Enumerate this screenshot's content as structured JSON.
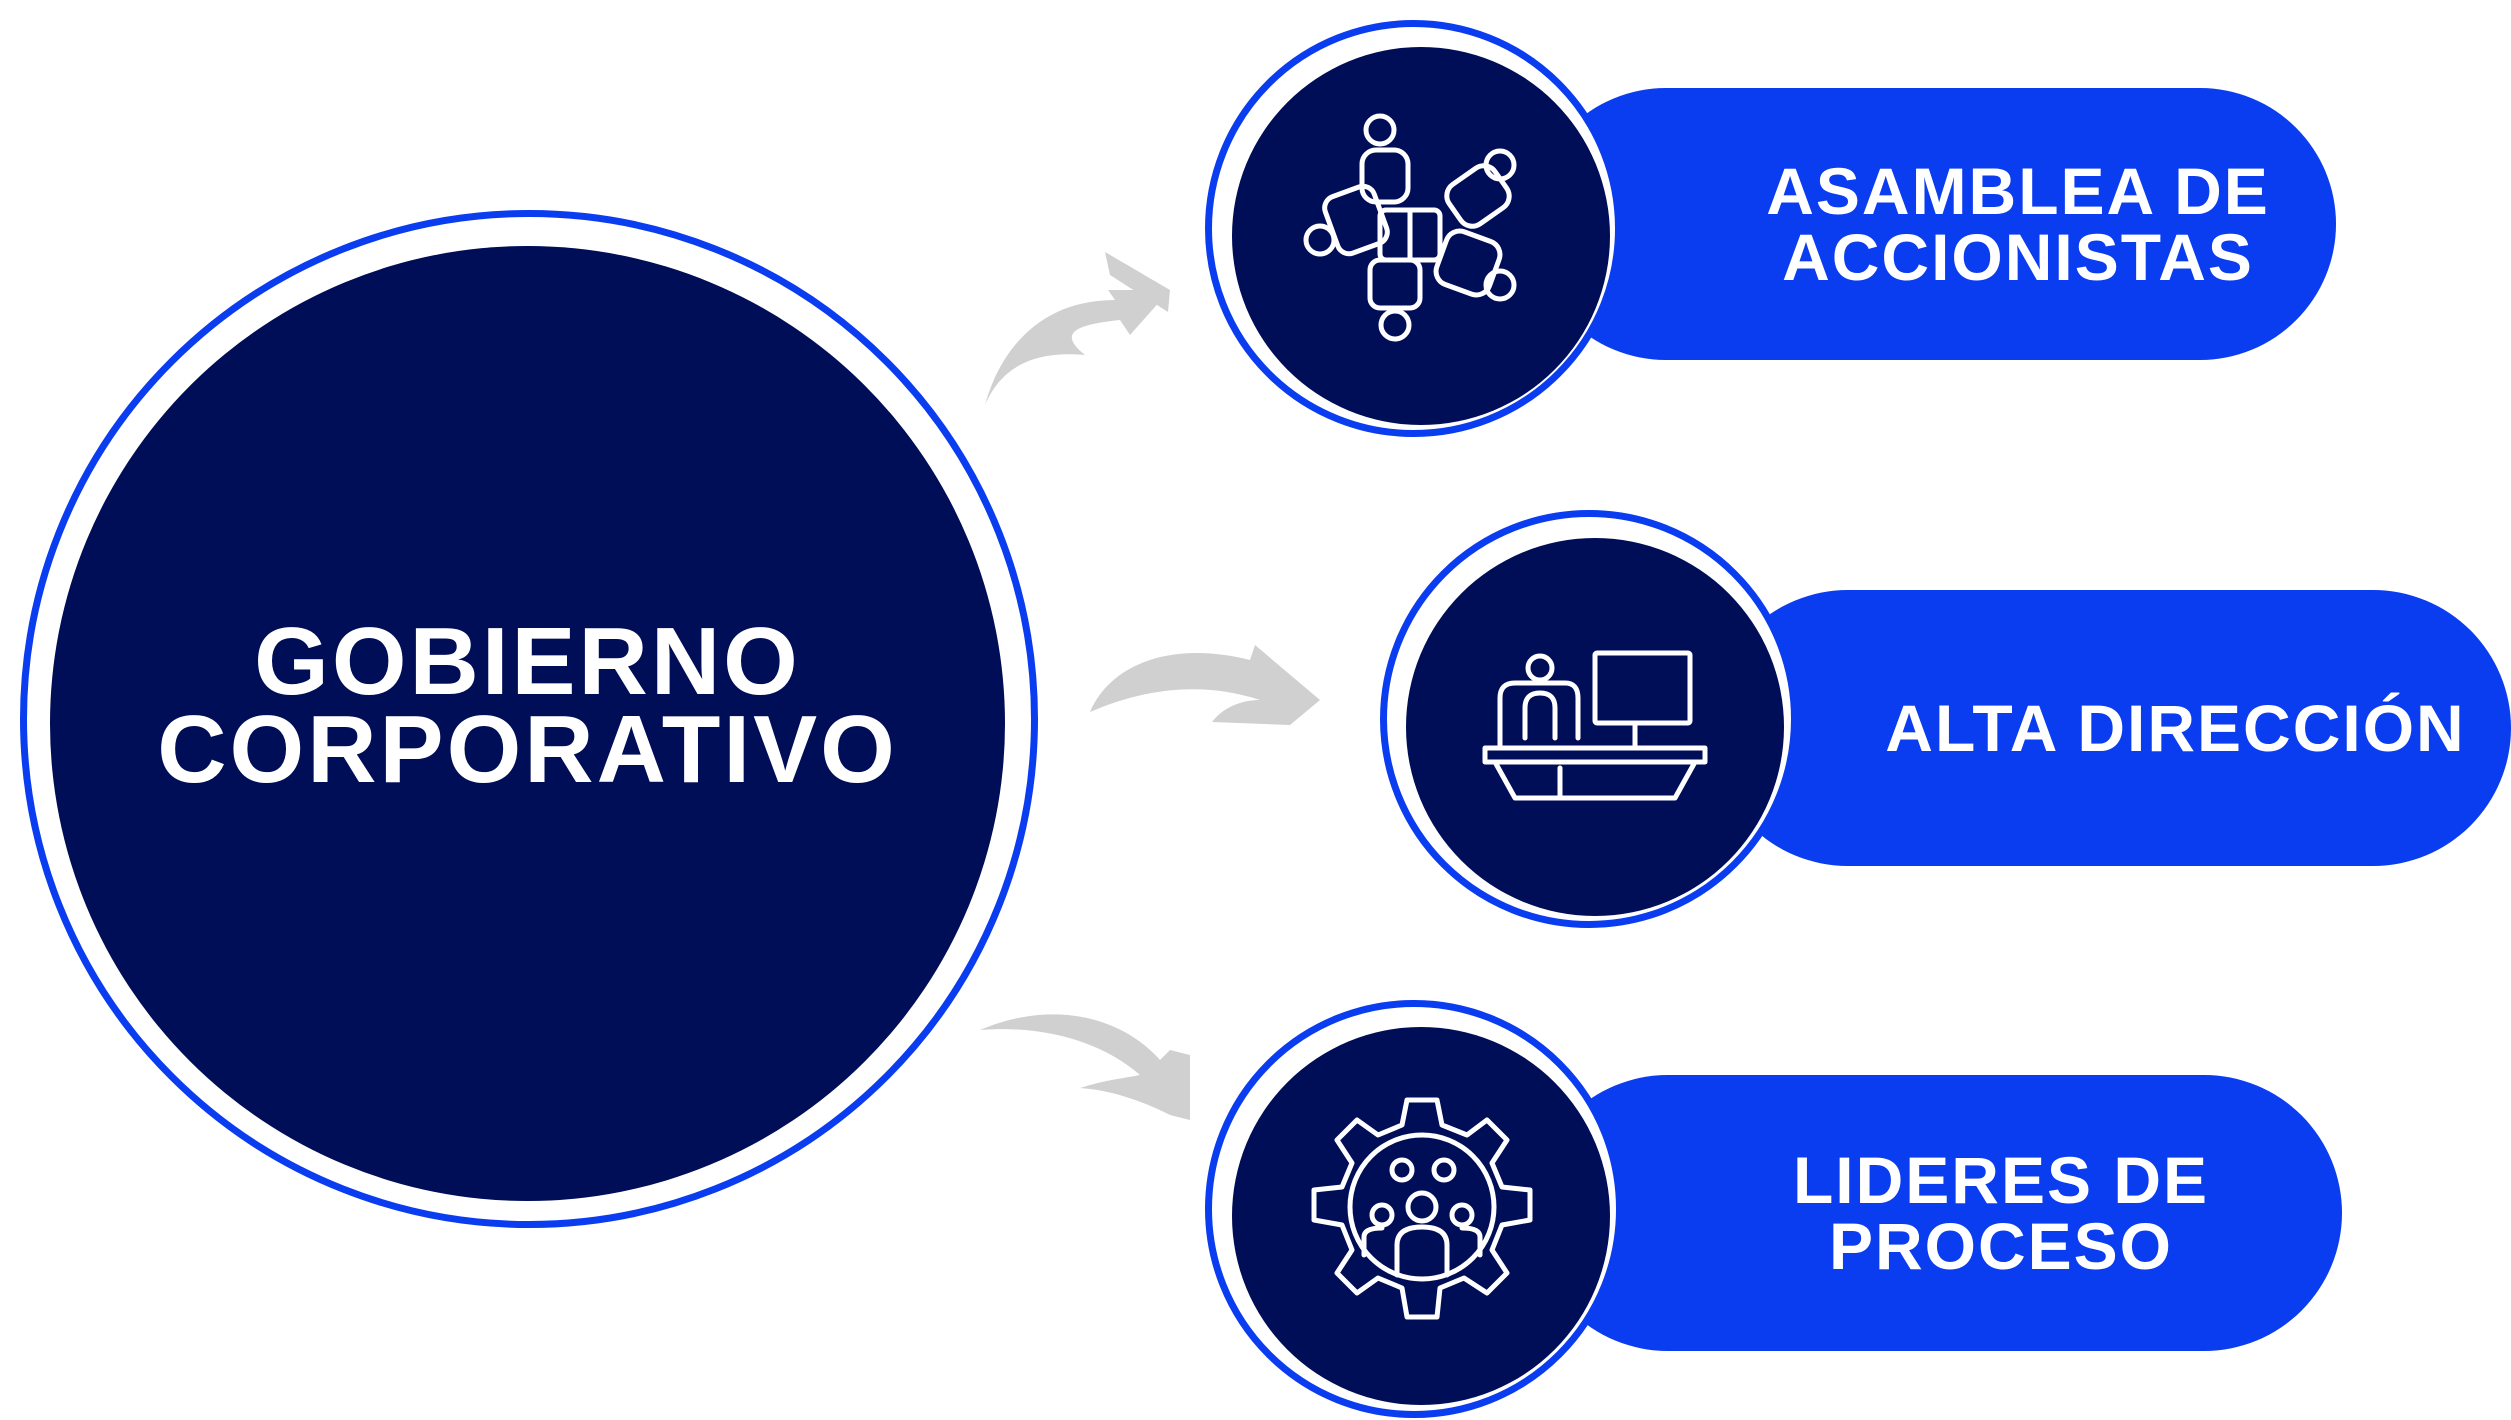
{
  "center": {
    "line1": "GOBIERNO",
    "line2": "CORPORATIVO"
  },
  "nodes": [
    {
      "line1": "ASAMBLEA DE",
      "line2": "ACCIONISTAS",
      "icon": "shareholders-meeting-icon"
    },
    {
      "line1": "ALTA DIRECCIÓN",
      "line2": "",
      "icon": "executive-desk-icon"
    },
    {
      "line1": "LIDERES DE",
      "line2": "PROCESO",
      "icon": "team-gear-icon"
    }
  ],
  "colors": {
    "navy": "#000d57",
    "blue": "#0a3cf0",
    "arrow": "#d0d0d0",
    "white": "#ffffff"
  }
}
